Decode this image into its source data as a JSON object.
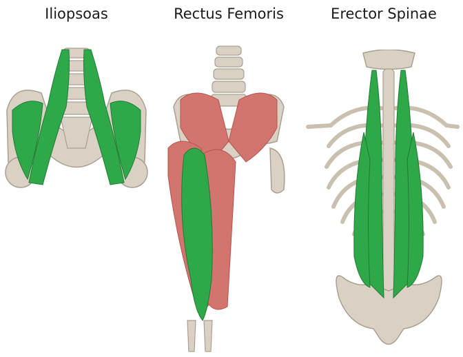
{
  "panels": [
    {
      "label": "Iliopsoas"
    },
    {
      "label": "Rectus Femoris"
    },
    {
      "label": "Erector Spinae"
    }
  ],
  "colors": {
    "highlight_muscle": "#2fa84a",
    "highlight_muscle_dark": "#1f7a33",
    "other_muscle": "#d3756f",
    "other_muscle_dark": "#b4524d",
    "bone": "#d9d1c3",
    "bone_shadow": "#a99f8f",
    "background": "#ffffff"
  }
}
